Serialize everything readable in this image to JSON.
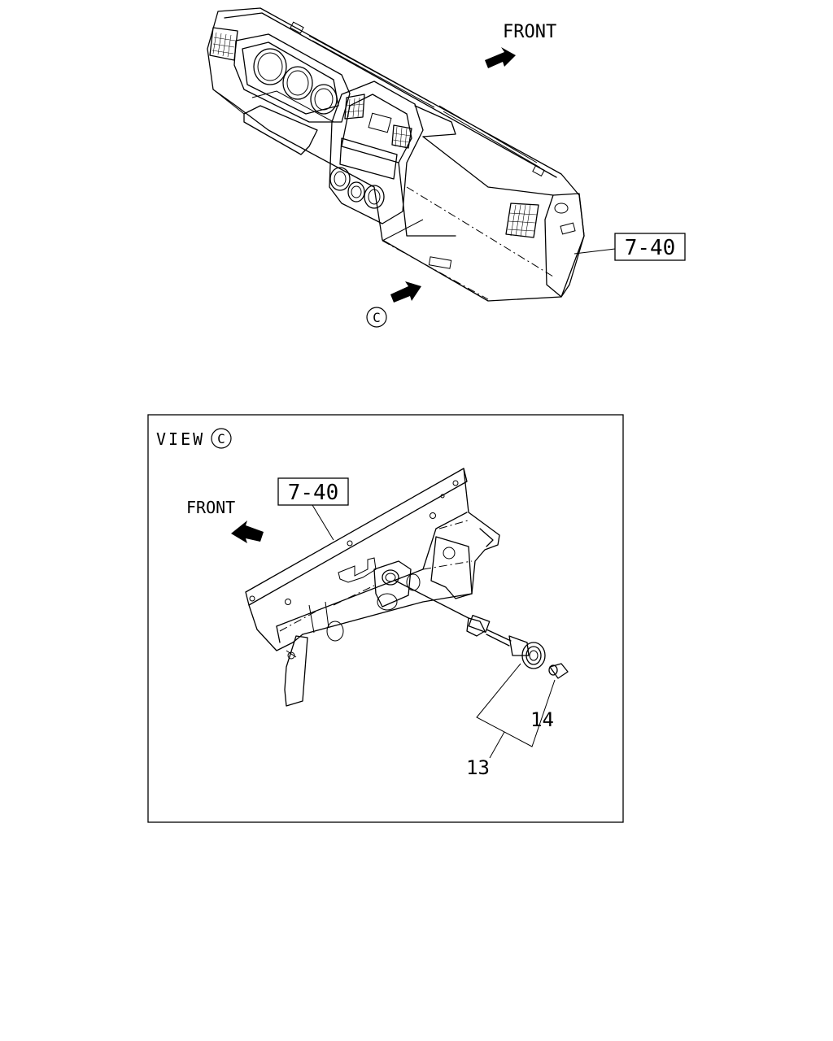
{
  "top_view": {
    "front_label": "FRONT",
    "callout_ref": "7-40",
    "view_marker": "C"
  },
  "detail_view": {
    "title": "VIEW",
    "view_marker": "C",
    "front_label": "FRONT",
    "callout_ref": "7-40",
    "part_13": "13",
    "part_14": "14"
  },
  "colors": {
    "line": "#000000",
    "background": "#ffffff"
  }
}
